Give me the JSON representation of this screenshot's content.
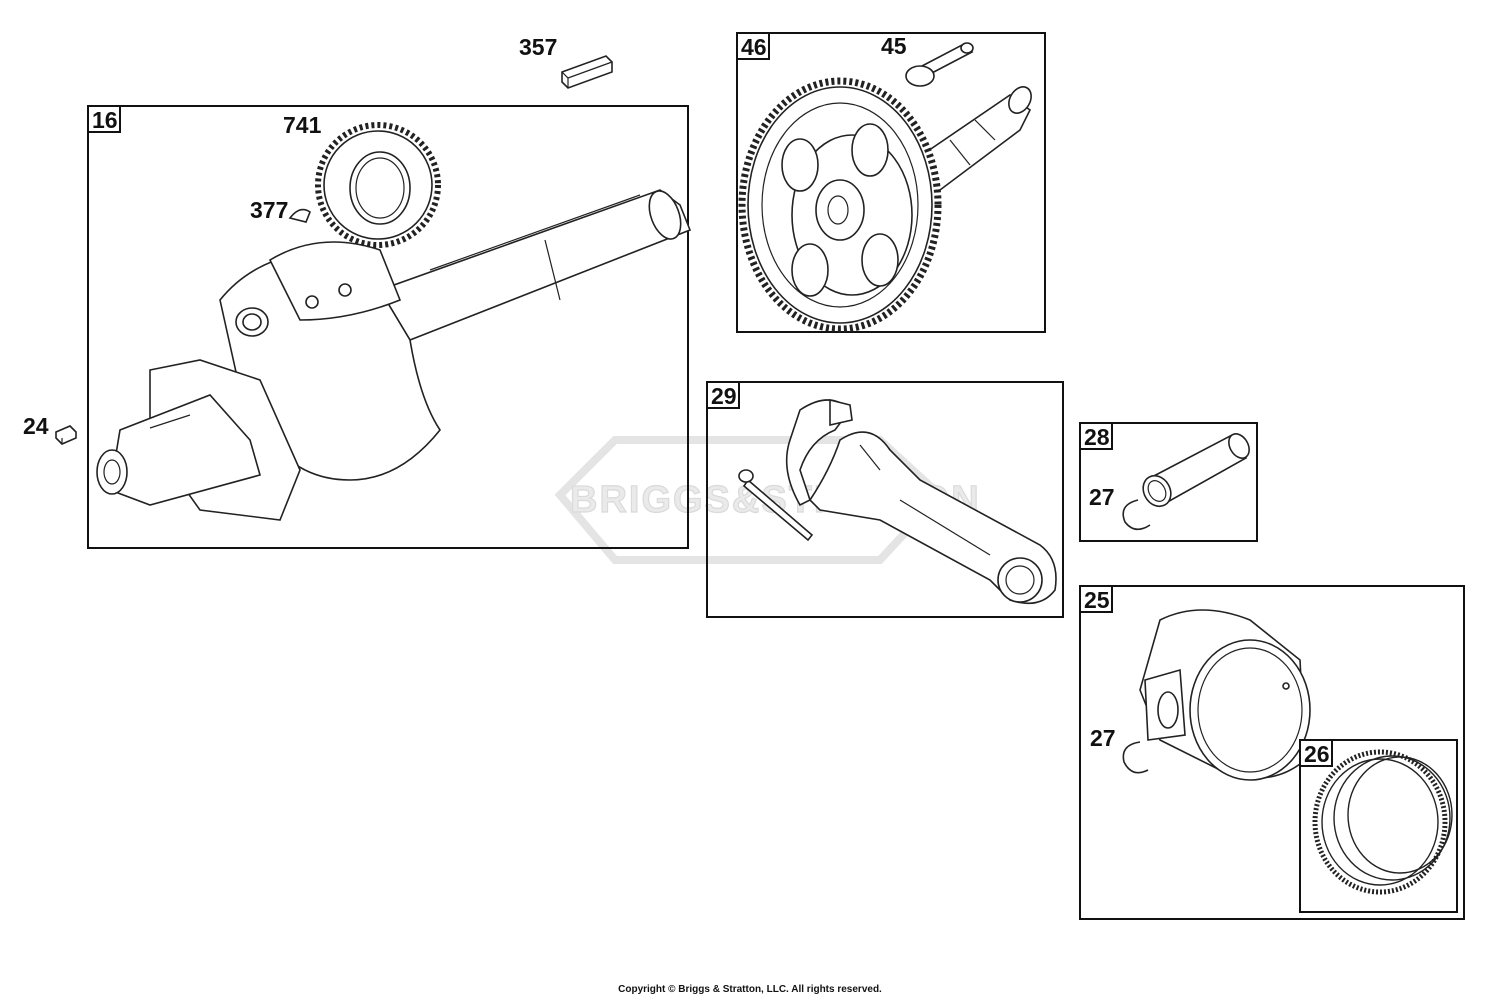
{
  "boxes": {
    "crankshaft": "16",
    "camshaft": "46",
    "connecting_rod": "29",
    "piston_pin": "28",
    "piston": "25",
    "rings": "26"
  },
  "callouts": {
    "key_357": "357",
    "gear_741": "741",
    "key_377": "377",
    "part_24": "24",
    "part_45": "45",
    "retainer_27a": "27",
    "retainer_27b": "27"
  },
  "watermark": "BRIGGS&STRATTON",
  "copyright": "Copyright © Briggs & Stratton, LLC. All rights reserved."
}
